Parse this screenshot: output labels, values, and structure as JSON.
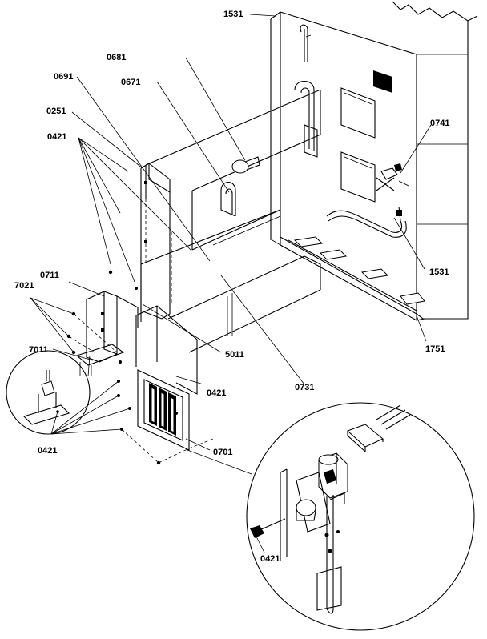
{
  "colors": {
    "ink": "#000000",
    "paper": "#ffffff"
  },
  "callouts": {
    "c1531_top": "1531",
    "c0681": "0681",
    "c0691": "0691",
    "c0671": "0671",
    "c0251": "0251",
    "c0421_upper": "0421",
    "c0741": "0741",
    "c0711": "0711",
    "c7021": "7021",
    "c1531_right": "1531",
    "c7011": "7011",
    "c1751": "1751",
    "c5011": "5011",
    "c0421_mid": "0421",
    "c0731": "0731",
    "c0701": "0701",
    "c0421_left": "0421",
    "c0421_detail": "0421"
  }
}
